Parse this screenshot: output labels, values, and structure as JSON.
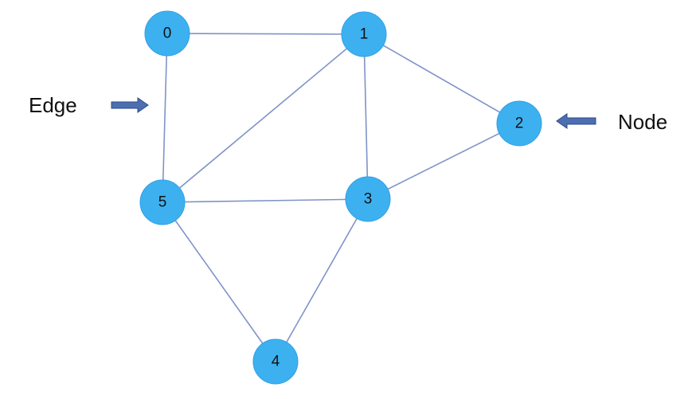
{
  "colors": {
    "node_fill": "#3db1f0",
    "edge": "#7f93c8",
    "arrow": "#4c6fb2",
    "text": "#111111"
  },
  "nodes": [
    {
      "id": "0",
      "label": "0"
    },
    {
      "id": "1",
      "label": "1"
    },
    {
      "id": "2",
      "label": "2"
    },
    {
      "id": "3",
      "label": "3"
    },
    {
      "id": "4",
      "label": "4"
    },
    {
      "id": "5",
      "label": "5"
    }
  ],
  "edges": [
    {
      "from": "0",
      "to": "1"
    },
    {
      "from": "0",
      "to": "5"
    },
    {
      "from": "1",
      "to": "5"
    },
    {
      "from": "1",
      "to": "3"
    },
    {
      "from": "1",
      "to": "2"
    },
    {
      "from": "2",
      "to": "3"
    },
    {
      "from": "5",
      "to": "3"
    },
    {
      "from": "5",
      "to": "4"
    },
    {
      "from": "3",
      "to": "4"
    }
  ],
  "callouts": {
    "edge_label": "Edge",
    "node_label": "Node"
  }
}
